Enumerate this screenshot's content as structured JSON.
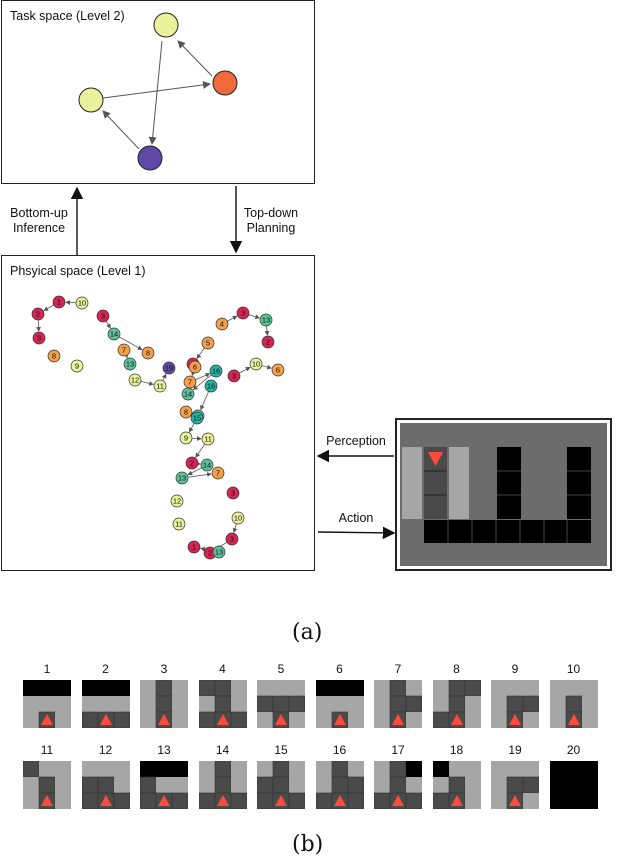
{
  "task_panel": {
    "title": "Task space (Level 2)"
  },
  "physical_panel": {
    "title": "Phsyical space (Level 1)"
  },
  "arrows": {
    "bottom_up": [
      "Bottom-up",
      "Inference"
    ],
    "top_down": [
      "Top-down",
      "Planning"
    ],
    "perception": "Perception",
    "action": "Action"
  },
  "captions": {
    "a": "(a)",
    "b": "(b)"
  },
  "colors": {
    "yellow": "#eaf29b",
    "orange": "#f06a3c",
    "purple": "#5e4aa6",
    "red": "#d52553",
    "green": "#5cc29a",
    "teal": "#1fb4a4",
    "light_gray": "#a6a6a6",
    "mid_gray": "#6c6c6c",
    "dark_gray": "#4a4a4a",
    "black": "#000000",
    "agent": "#ff4a3d"
  },
  "task_graph": {
    "nodes": [
      {
        "id": "top",
        "color": "#eaf29b"
      },
      {
        "id": "right",
        "color": "#f06a3c"
      },
      {
        "id": "left",
        "color": "#eaf29b"
      },
      {
        "id": "bottom",
        "color": "#5e4aa6"
      }
    ]
  },
  "physical_nodes": [
    "10",
    "1",
    "2",
    "3",
    "3",
    "14",
    "8",
    "9",
    "7",
    "13",
    "8",
    "12",
    "11",
    "19",
    "4",
    "3",
    "13",
    "2",
    "5",
    "1",
    "6",
    "7",
    "16",
    "14",
    "3",
    "10",
    "6",
    "16",
    "14",
    "8",
    "15",
    "9",
    "11",
    "2",
    "14",
    "13",
    "7",
    "12",
    "3",
    "11",
    "10",
    "3",
    "2",
    "13",
    "1"
  ],
  "observation_tiles": [
    "1",
    "2",
    "3",
    "4",
    "5",
    "6",
    "7",
    "8",
    "9",
    "10",
    "11",
    "12",
    "13",
    "14",
    "15",
    "16",
    "17",
    "18",
    "19",
    "20"
  ]
}
